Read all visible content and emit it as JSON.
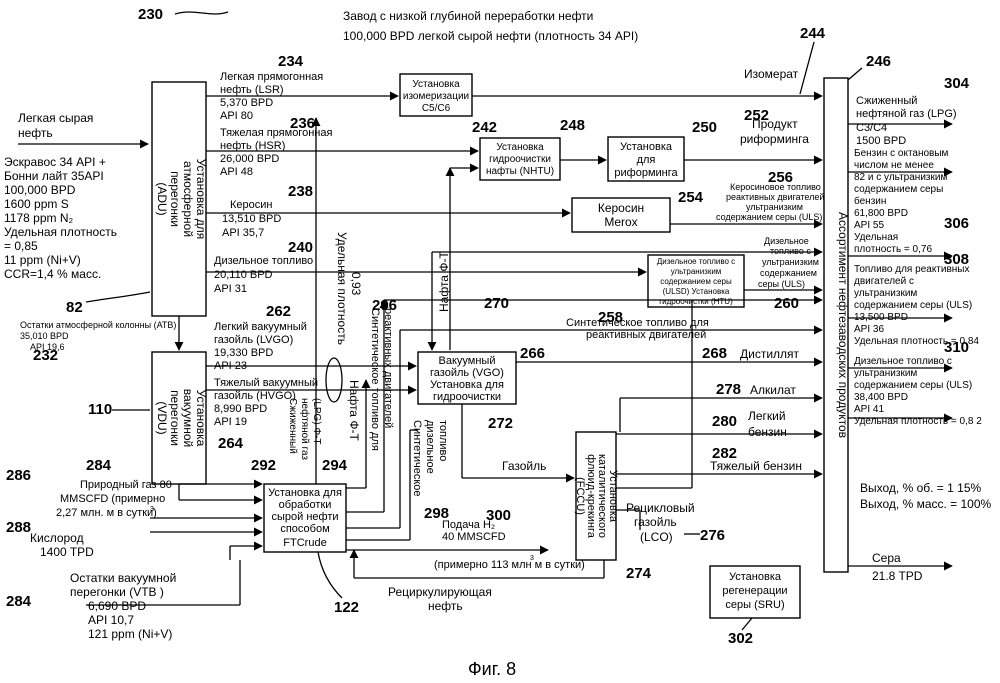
{
  "header": {
    "ref": "230",
    "title_line1": "Завод с низкой глубиной переработки нефти",
    "title_line2": "100,000 BPD легкой сырой нефти (плотность 34 API)"
  },
  "figure_caption": "Фиг. 8",
  "units": {
    "adu": {
      "ref": "82",
      "lines": [
        "Установка для",
        "атмосферной",
        "перегонки",
        "(ADU)"
      ]
    },
    "vdu": {
      "ref": "110",
      "lines": [
        "Установка",
        "вакуумной",
        "перегонки",
        "(VDU)"
      ]
    },
    "isom": {
      "ref": "242",
      "lines": [
        "Установка",
        "изомеризации",
        "C5/C6"
      ]
    },
    "nhtu": {
      "ref": "248",
      "lines": [
        "Установка",
        "гидроочистки",
        "нафты (NHTU)"
      ]
    },
    "reformer": {
      "ref": "250",
      "lines": [
        "Установка",
        "для",
        "риформинга"
      ]
    },
    "merox": {
      "ref": "254",
      "lines": [
        "Керосин",
        "Merox"
      ]
    },
    "htu": {
      "ref": "258",
      "lines": [
        "Дизельное топливо с",
        "ультранизким",
        "содержанием серы",
        "(ULSD) Установка",
        "гидроочистки (HTU)"
      ]
    },
    "vgo_ht": {
      "ref": "266",
      "lines": [
        "Вакуумный",
        "газойль (VGO)",
        "Установка для",
        "гидроочистки"
      ]
    },
    "fcc": {
      "ref": "274",
      "lines": [
        "Установка",
        "каталитического",
        "флюид-крекинга",
        "(FCCU)"
      ]
    },
    "ftcrude": {
      "ref": "122",
      "lines": [
        "Установка для",
        "обработки",
        "сырой нефти",
        "способом",
        "FTCrude"
      ]
    },
    "pool": {
      "ref": "246",
      "text": "Ассортимент нефтезаводских продуктов"
    },
    "sru": {
      "ref": "302",
      "lines": [
        "Установка",
        "регенерации",
        "серы (SRU)"
      ]
    }
  },
  "feed": {
    "label": [
      "Легкая сырая",
      "нефть"
    ],
    "specs": [
      "Эскравос 34 API +",
      "Бонни лайт 35API",
      "100,000 BPD",
      "1600 ppm S",
      "1178 ppm N₂",
      "Удельная плотность",
      "= 0,85",
      "11 ppm (Ni+V)",
      "CCR=1,4 % масс."
    ]
  },
  "adu_products": {
    "lsr": {
      "ref": "234",
      "lines": [
        "Легкая прямогонная",
        "нефть (LSR)",
        "5,370 BPD",
        "API 80"
      ]
    },
    "hsr": {
      "ref": "236",
      "lines": [
        "Тяжелая прямогонная",
        "нефть (HSR)",
        "26,000 BPD",
        "API 48"
      ]
    },
    "kero": {
      "ref": "238",
      "lines": [
        "Керосин",
        "13,510 BPD",
        "API 35,7"
      ]
    },
    "diesel": {
      "ref": "240",
      "lines": [
        "Дизельное топливо",
        "20,110 BPD",
        "API 31"
      ]
    },
    "atb": {
      "ref": "232",
      "lines": [
        "Остатки атмосферной колонны (ATB)",
        "35,010 BPD",
        "API 19,6"
      ]
    }
  },
  "vdu_products": {
    "lvgo": {
      "ref": "262",
      "lines": [
        "Легкий вакуумный",
        "газойль (LVGO)",
        "19,330 BPD",
        "API 23"
      ]
    },
    "hvgo": {
      "ref": "264",
      "lines": [
        "Тяжелый вакуумный",
        "газойль (HVGO)",
        "8,990 BPD",
        "API 19"
      ]
    },
    "vtb": {
      "ref": "284",
      "lines": [
        "Остатки вакуумной",
        "перегонки (VTB )",
        "6,690 BPD",
        "API 10,7",
        "121 ppm (Ni+V)"
      ]
    }
  },
  "inputs": {
    "gas": {
      "ref": "286",
      "ref2": "284",
      "lines": [
        "Природный газ  80",
        "MMSCFD (примерно",
        "2,27 млн. м  в сутки)"
      ],
      "sup": "3"
    },
    "oxygen": {
      "ref": "288",
      "lines": [
        "Кислород",
        "1400 TPD"
      ]
    },
    "hydrogen": {
      "ref": "300",
      "lines": [
        "Подача H₂",
        "40 MMSCFD",
        "(примерно 113 млн м   в сутки)"
      ],
      "sup": "3"
    }
  },
  "streams": {
    "isomerate": {
      "ref": "244",
      "text": "Изомерат"
    },
    "reformate": {
      "ref": "252",
      "lines": [
        "Продукт",
        "риформинга"
      ]
    },
    "kero_ulsd": {
      "ref": "256",
      "lines": [
        "Керосиновое топливо для",
        "реактивных двигателей с",
        "ультранизким",
        "содержанием серы (ULS)"
      ]
    },
    "ulsd": {
      "ref": "260",
      "lines": [
        "Дизельное",
        "топливо с",
        "ультранизким",
        "содержанием",
        "серы (ULS)"
      ]
    },
    "synjet": {
      "ref": "270",
      "text": "Синтетическое топливо для",
      "text2": "реактивных двигателей"
    },
    "distillate": {
      "ref": "268",
      "text": "Дистиллят"
    },
    "alkylate": {
      "ref": "278",
      "text": "Алкилат"
    },
    "light_gasoline": {
      "ref": "280",
      "lines": [
        "Легкий",
        "бензин"
      ]
    },
    "heavy_gasoline": {
      "ref": "282",
      "text": "Тяжелый  бензин"
    },
    "gasoil": {
      "text": "Газойль"
    },
    "lco": {
      "ref": "276",
      "lines": [
        "Рецикловый",
        "газойль",
        "(LCO)"
      ]
    },
    "recycle": {
      "lines": [
        "Рециркулирующая",
        "нефть"
      ]
    },
    "naphtha_ft_vertical": {
      "text": "Нафта Ф-Т"
    },
    "naphtha_ft_2": {
      "text": "Нафта Ф-Т"
    },
    "density": {
      "text": "Удельная плотность",
      "text2": "0,93"
    },
    "synjet_vertical": {
      "ref": "296",
      "text": "Синтетическое топливо для",
      "text2": "реактивных двигателей"
    },
    "lpg_ft": {
      "ref": "292",
      "ref2": "294",
      "text": "Сжиженный",
      "text2": "нефтяной газ",
      "text3": "(LPG) Ф-Т"
    },
    "syn_diesel": {
      "ref": "272",
      "ref2": "298",
      "text": "Синтетическое",
      "text2": "дизельное",
      "text3": "топливо"
    }
  },
  "products": {
    "lpg": {
      "ref": "304",
      "lines": [
        "Сжиженный",
        "нефтяной газ (LPG)",
        "C3/C4",
        "1500 BPD"
      ]
    },
    "gasoline": {
      "ref": "306",
      "lines": [
        "Бензин с октановым",
        "числом не менее",
        "82 и с ультранизким",
        "содержанием серы",
        "бензин",
        "61,800 BPD",
        "API  55",
        "Удельная",
        "плотность = 0,76"
      ]
    },
    "jet": {
      "ref": "308",
      "lines": [
        "Топливо для реактивных",
        "двигателей с",
        "ультранизким",
        "содержанием серы (ULS)",
        "13,500 BPD",
        "API  36",
        "Удельная плотность = 0,84"
      ]
    },
    "diesel": {
      "ref": "310",
      "lines": [
        "Дизельное топливо с",
        "ультранизким",
        "содержанием серы (ULS)",
        "38,400 BPD",
        "API 41",
        "Удельная плотность = 0,8  2"
      ]
    },
    "yield": {
      "lines": [
        "Выход, % об. = 1  15%",
        "Выход, % масс. = 100%"
      ]
    },
    "sulfur": {
      "lines": [
        "Сера",
        "21.8 TPD"
      ]
    }
  }
}
